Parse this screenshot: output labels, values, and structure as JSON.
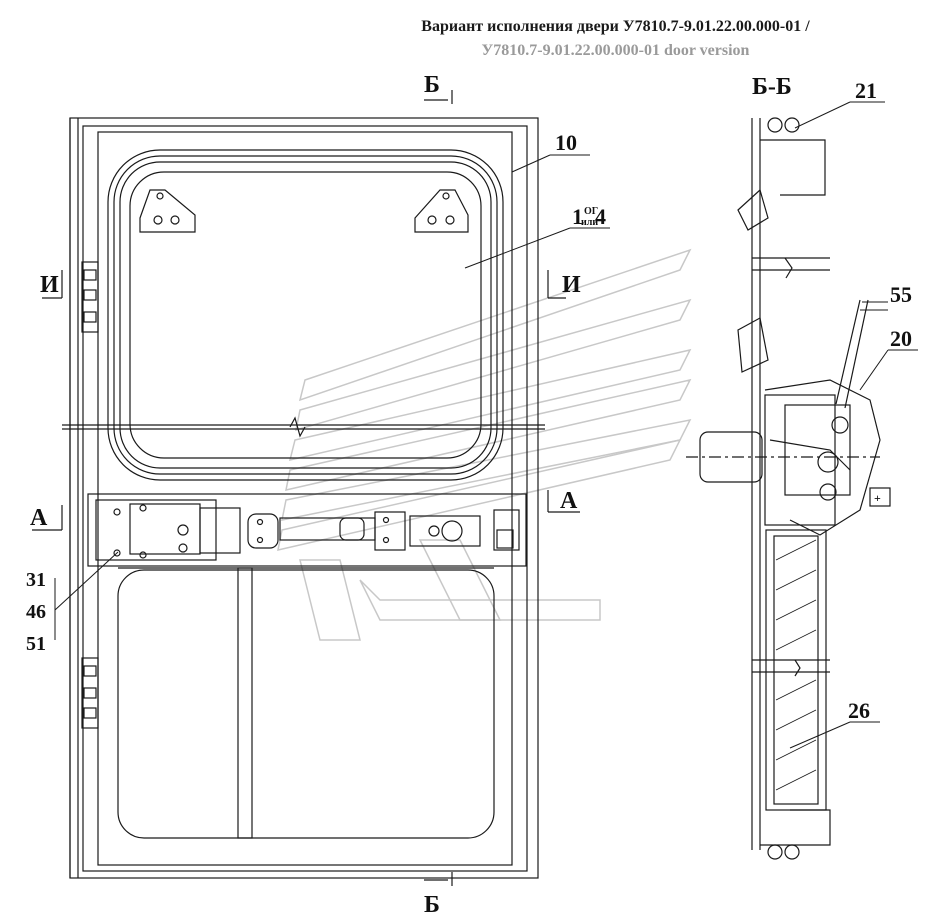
{
  "title": {
    "ru": "Вариант исполнения двери У7810.7-9.01.22.00.000-01 /",
    "en": "У7810.7-9.01.22.00.000-01 door version"
  },
  "section_marks": {
    "b_top": "Б",
    "b_bottom": "Б",
    "i_left": "И",
    "i_right": "И",
    "a_left": "А",
    "a_right": "А",
    "section_bb": "Б-Б"
  },
  "callouts": {
    "c10": "10",
    "c1": "1",
    "c4": "4",
    "og": "ОГ",
    "ili": "или",
    "c31": "31",
    "c46": "46",
    "c51": "51",
    "c21": "21",
    "c55": "55",
    "c20": "20",
    "c26": "26",
    "plus": "+"
  },
  "colors": {
    "line": "#1a1a1a",
    "watermark": "#c8c8c8",
    "background": "#ffffff",
    "title_secondary": "#9a9a9a"
  }
}
